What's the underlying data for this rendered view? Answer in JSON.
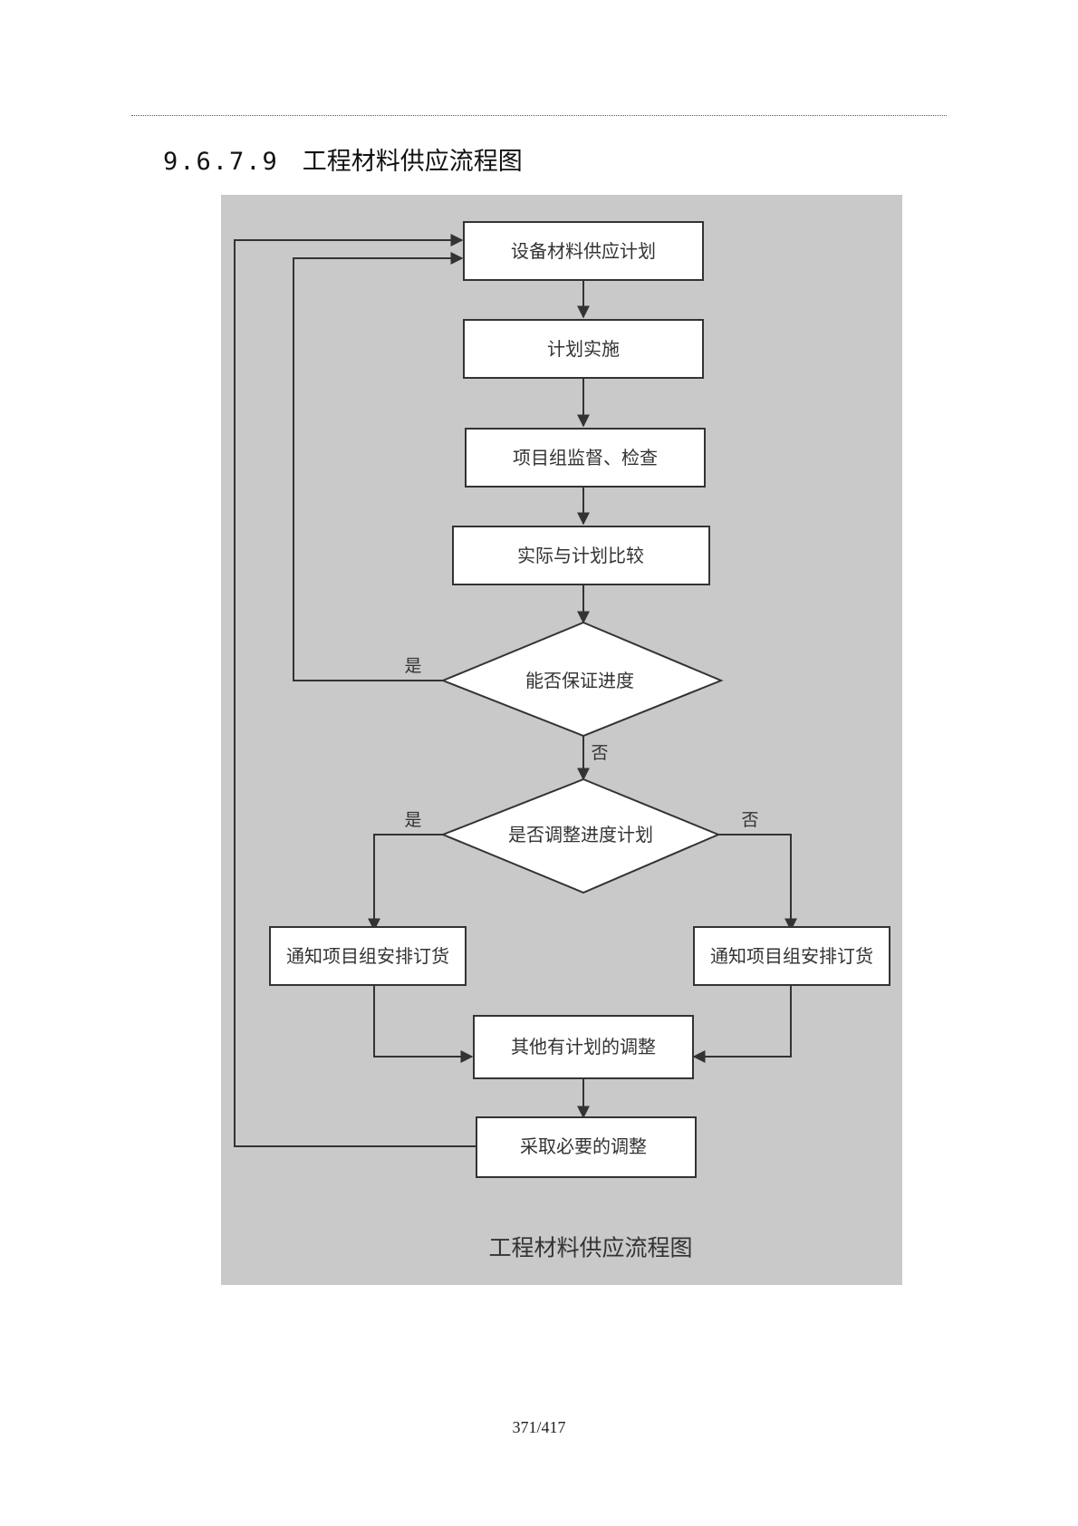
{
  "section": {
    "number": "9.6.7.9",
    "title": "工程材料供应流程图"
  },
  "flowchart": {
    "nodes": {
      "plan": "设备材料供应计划",
      "implement": "计划实施",
      "supervise": "项目组监督、检查",
      "compare": "实际与计划比较",
      "guarantee": "能否保证进度",
      "adjust_decision": "是否调整进度计划",
      "notify_left": "通知项目组安排订货",
      "notify_right": "通知项目组安排订货",
      "other_adjust": "其他有计划的调整",
      "necessary_adjust": "采取必要的调整"
    },
    "edge_labels": {
      "guarantee_yes": "是",
      "guarantee_no": "否",
      "adjust_yes": "是",
      "adjust_no": "否"
    },
    "caption": "工程材料供应流程图"
  },
  "footer": {
    "page": "371/417"
  }
}
